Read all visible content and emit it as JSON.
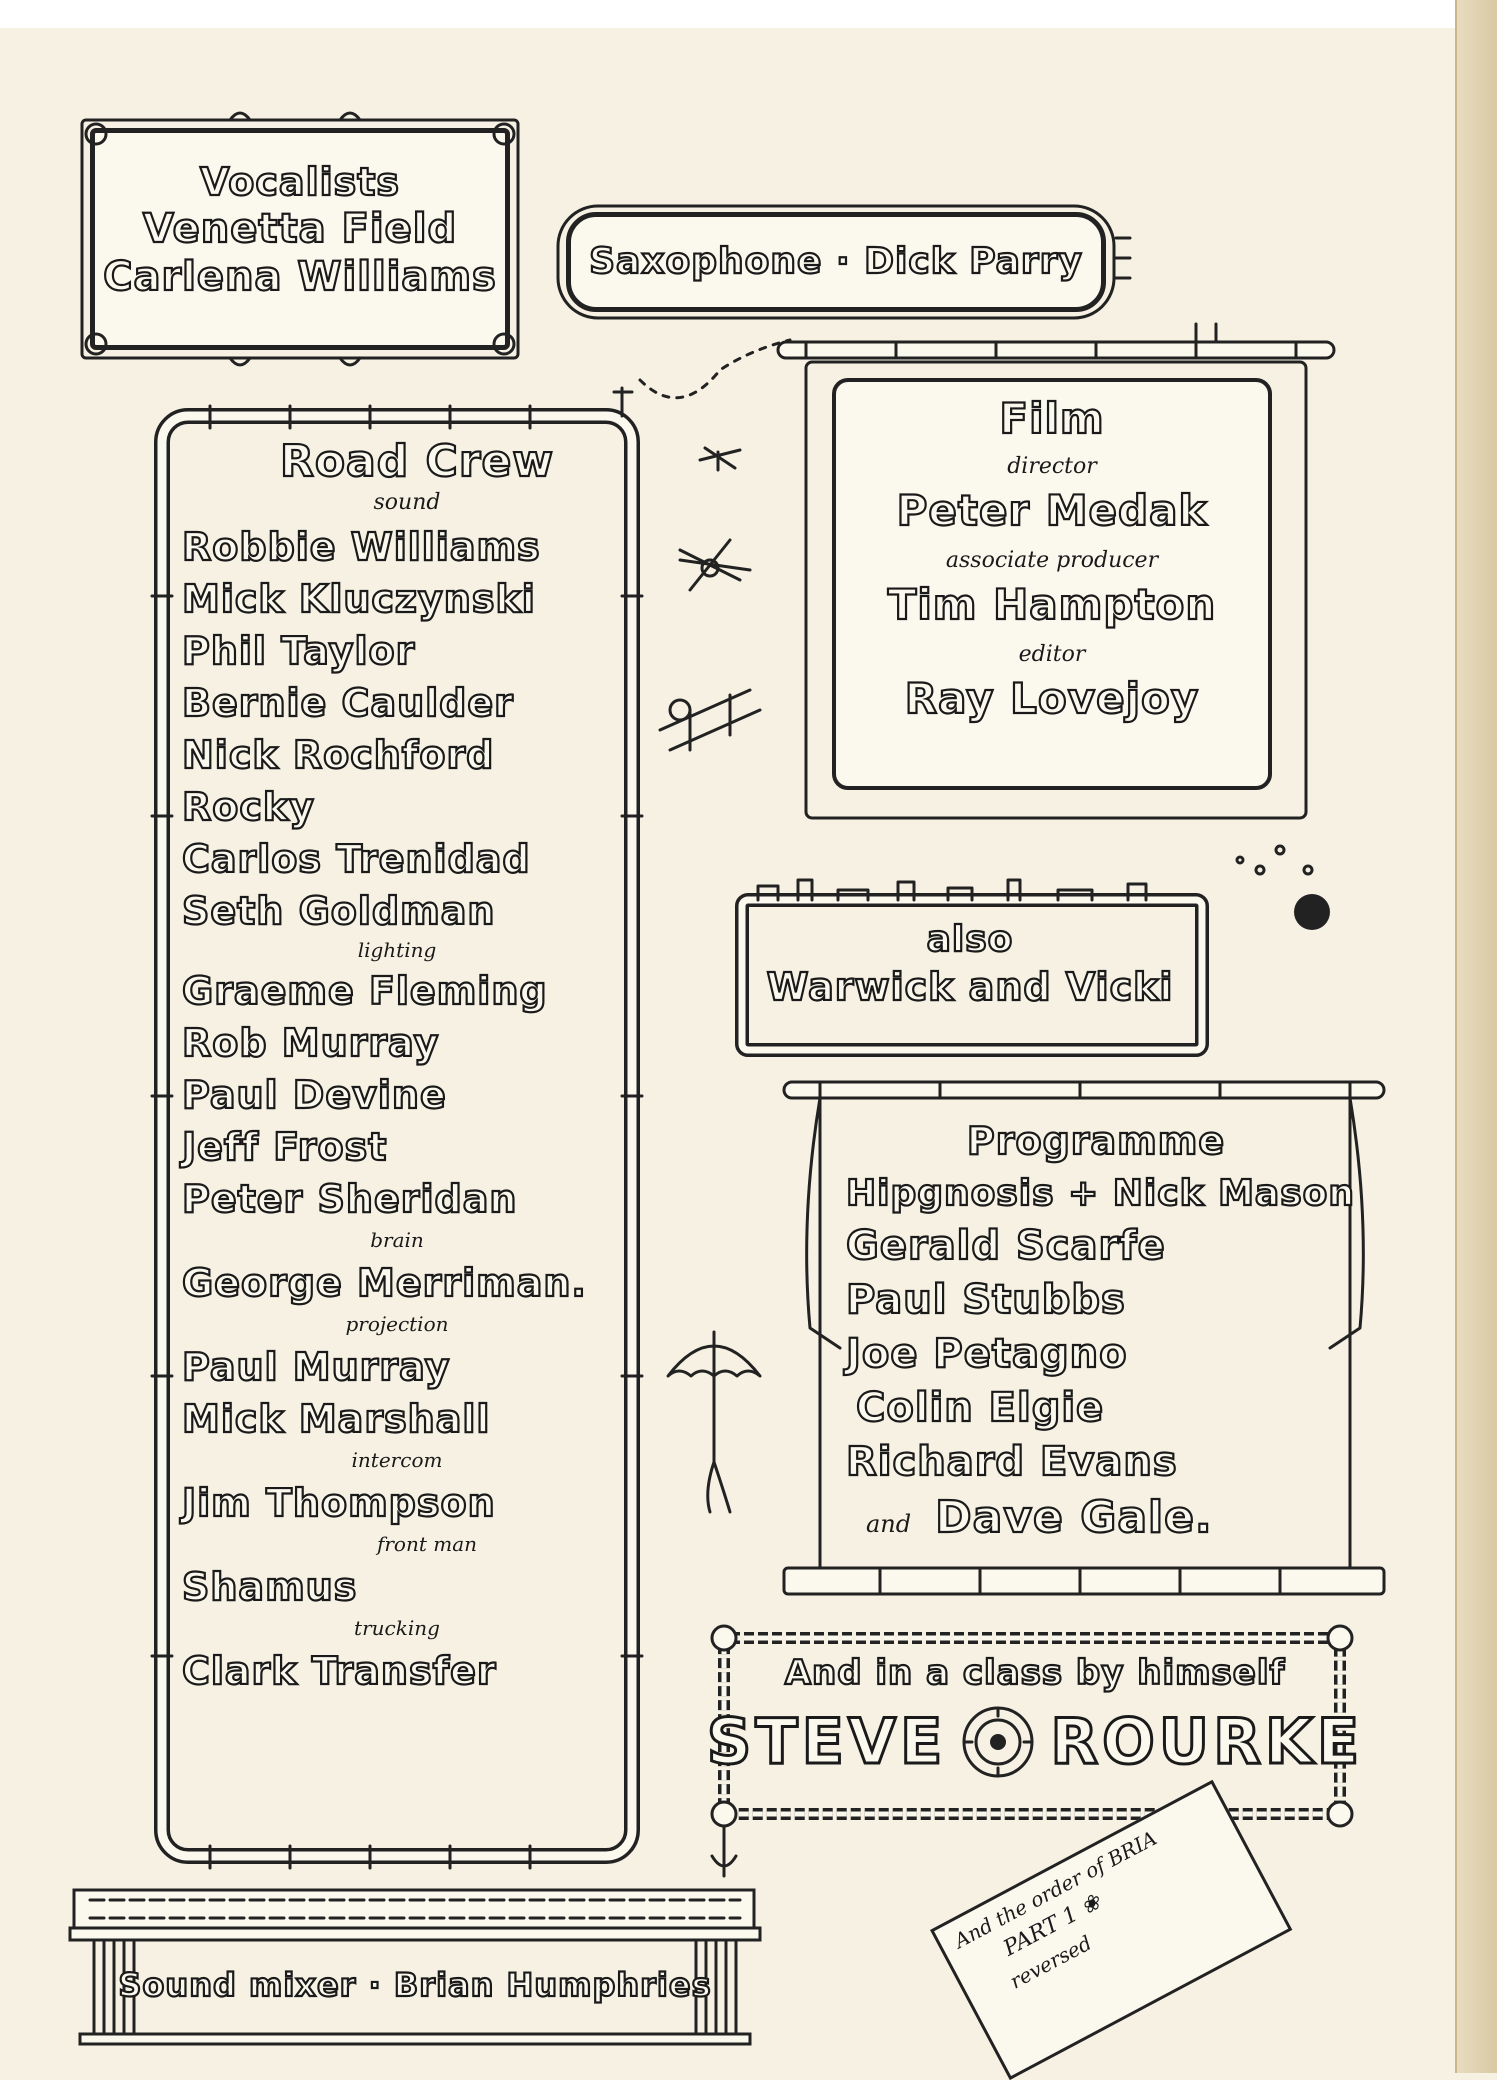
{
  "vocalists": {
    "heading": "Vocalists",
    "names": [
      "Venetta Field",
      "Carlena Williams"
    ]
  },
  "saxophone": {
    "text": "Saxophone · Dick Parry"
  },
  "film": {
    "heading": "Film",
    "roles": [
      {
        "role": "director",
        "name": "Peter Medak"
      },
      {
        "role": "associate producer",
        "name": "Tim Hampton"
      },
      {
        "role": "editor",
        "name": "Ray Lovejoy"
      }
    ]
  },
  "road_crew": {
    "heading": "Road Crew",
    "groups": [
      {
        "role": "sound",
        "names": [
          "Robbie Williams",
          "Mick Kluczynski",
          "Phil Taylor",
          "Bernie Caulder",
          "Nick Rochford",
          "Rocky",
          "Carlos Trenidad",
          "Seth Goldman"
        ]
      },
      {
        "role": "lighting",
        "names": [
          "Graeme Fleming",
          "Rob Murray",
          "Paul Devine",
          "Jeff Frost",
          "Peter Sheridan"
        ]
      },
      {
        "role": "brain",
        "names": [
          "George Merriman."
        ]
      },
      {
        "role": "projection",
        "names": [
          "Paul Murray",
          "Mick Marshall"
        ]
      },
      {
        "role": "intercom",
        "names": [
          "Jim Thompson"
        ]
      },
      {
        "role": "front man",
        "names": [
          "Shamus"
        ]
      },
      {
        "role": "trucking",
        "names": [
          "Clark Transfer"
        ]
      }
    ]
  },
  "also": {
    "heading": "also",
    "text": "Warwick and Vicki"
  },
  "programme": {
    "heading": "Programme",
    "names": [
      "Hipgnosis + Nick Mason",
      "Gerald Scarfe",
      "Paul Stubbs",
      "Joe Petagno",
      "Colin Elgie",
      "Richard Evans"
    ],
    "last_prefix": "and",
    "last_name": "Dave Gale."
  },
  "rourke": {
    "line": "And in a class by himself",
    "first": "STEVE",
    "last": "ROURKE"
  },
  "sound_mixer": {
    "text": "Sound mixer · Brian Humphries"
  },
  "note": {
    "lines": [
      "And the order of BRIA",
      "PART 1 ❀",
      "reversed"
    ]
  }
}
